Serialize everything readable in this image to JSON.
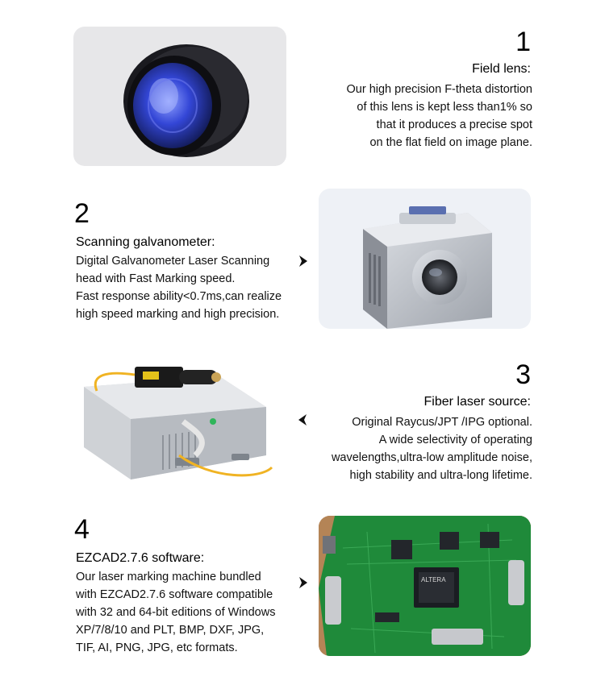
{
  "sections": [
    {
      "number": "1",
      "title": "Field lens:",
      "lines": [
        "Our high precision F-theta distortion",
        "of this lens is kept less than1% so",
        "that it produces a precise spot",
        "on the flat field on image plane."
      ],
      "image": "f-theta-field-lens-photo"
    },
    {
      "number": "2",
      "title": "Scanning galvanometer:",
      "lines": [
        "Digital Galvanometer Laser Scanning",
        "head with Fast Marking speed.",
        "Fast response ability<0.7ms,can realize",
        "high speed marking and high precision."
      ],
      "image": "galvanometer-scan-head-photo",
      "arrow": "right-arrow-icon"
    },
    {
      "number": "3",
      "title": "Fiber laser source:",
      "lines": [
        "Original Raycus/JPT /IPG optional.",
        "A wide selectivity of operating",
        "wavelengths,ultra-low amplitude noise,",
        "high stability and ultra-long lifetime."
      ],
      "image": "fiber-laser-source-photo",
      "arrow": "left-arrow-icon"
    },
    {
      "number": "4",
      "title": "EZCAD2.7.6 software:",
      "lines": [
        "Our laser marking machine bundled",
        "with EZCAD2.7.6 software compatible",
        "with  32 and 64-bit editions of Windows",
        "XP/7/8/10 and PLT, BMP, DXF, JPG,",
        "TIF, AI, PNG, JPG, etc formats."
      ],
      "image": "control-board-photo",
      "arrow": "right-arrow-icon"
    }
  ],
  "board_chip_label": "ALTERA",
  "colors": {
    "text": "#111111",
    "lens_blue": "#2b3fd0",
    "pcb_green": "#1f8a3a",
    "metal": "#b9bcc2"
  }
}
